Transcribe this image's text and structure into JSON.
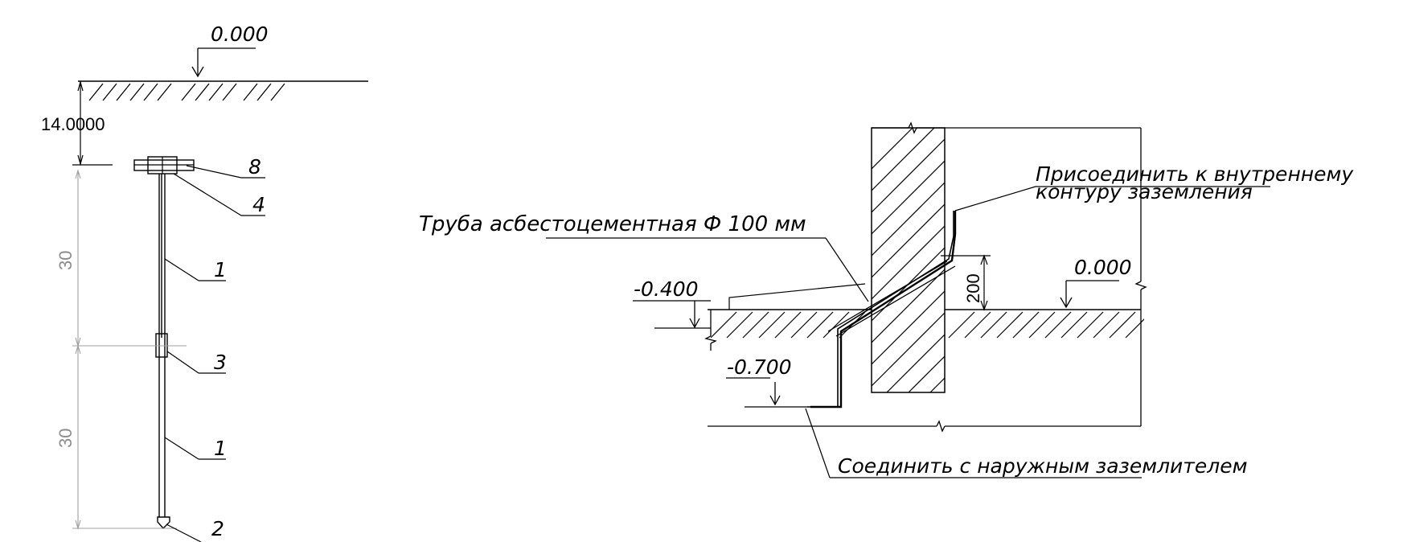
{
  "left_detail": {
    "level_top": "0.000",
    "depth_dim": "14.0000",
    "dim_upper": "30",
    "dim_lower": "30",
    "callouts": [
      "8",
      "4",
      "1",
      "3",
      "1",
      "2"
    ]
  },
  "right_detail": {
    "pipe_label": "Труба асбестоцементная Ф 100 мм",
    "connect_inner_line1": "Присоединить к внутреннему",
    "connect_inner_line2": "контуру заземления",
    "level_zero": "0.000",
    "level_minus_400": "-0.400",
    "level_minus_700": "-0.700",
    "dim_200": "200",
    "connect_outer": "Соединить с наружным заземлителем"
  },
  "colors": {
    "line": "#000000",
    "dimension": "#8c8c8c"
  }
}
